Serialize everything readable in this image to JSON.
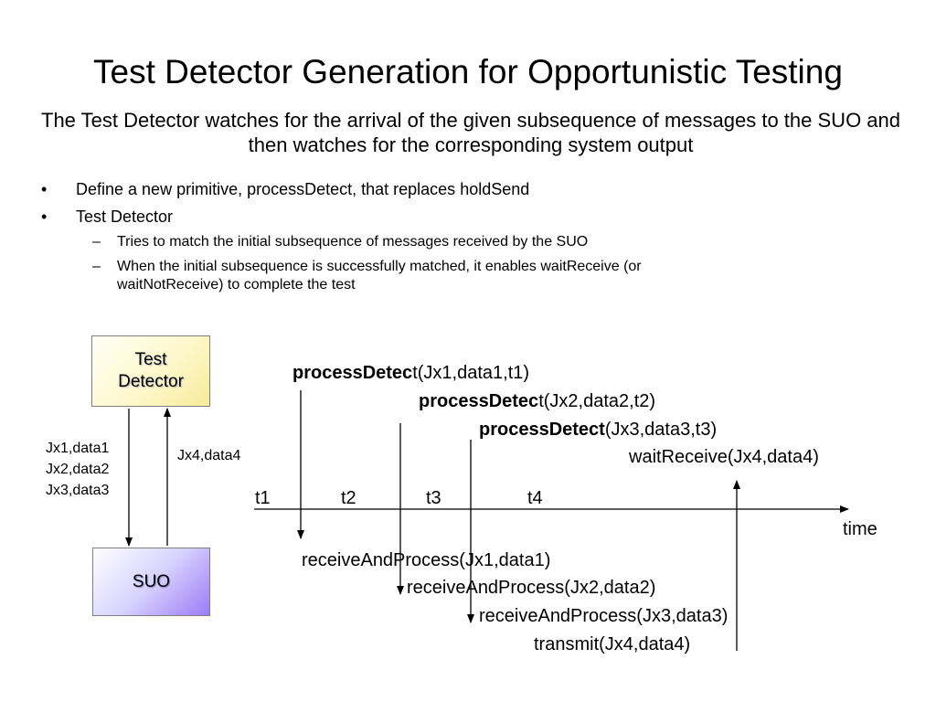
{
  "slide": {
    "title": "Test Detector Generation for Opportunistic Testing",
    "subtitle": "The Test Detector watches for the arrival of the given subsequence of messages to the SUO and then watches for the corresponding system output"
  },
  "bullets": [
    {
      "text": "Define a new primitive, processDetect, that replaces holdSend"
    },
    {
      "text": "Test Detector"
    }
  ],
  "subbullets": [
    {
      "text": "Tries to match the initial subsequence of messages received by the SUO"
    },
    {
      "line1": "When the initial subsequence is successfully matched, it enables waitReceive (or",
      "line2": "waitNotReceive) to complete the test"
    }
  ],
  "markers": {
    "bullet": "•",
    "dash": "–"
  },
  "diagram": {
    "test_detector": {
      "line1": "Test",
      "line2": "Detector"
    },
    "suo": "SUO",
    "down_labels": [
      "Jx1,data1",
      "Jx2,data2",
      "Jx3,data3"
    ],
    "up_label": "Jx4,data4",
    "ticks": [
      "t1",
      "t2",
      "t3",
      "t4"
    ],
    "axis_label": "time",
    "above": [
      {
        "bold": "processDetec",
        "rest": "t(Jx1,data1,t1)"
      },
      {
        "bold": "processDetec",
        "rest": "t(Jx2,data2,t2)"
      },
      {
        "bold": "processDetect",
        "rest": "(Jx3,data3,t3)"
      },
      {
        "bold": "",
        "rest": "waitReceive(Jx4,data4)"
      }
    ],
    "below": [
      "receiveAndProcess(Jx1,data1)",
      "receiveAndProcess(Jx2,data2)",
      "receiveAndProcess(Jx3,data3)",
      "transmit(Jx4,data4)"
    ]
  }
}
